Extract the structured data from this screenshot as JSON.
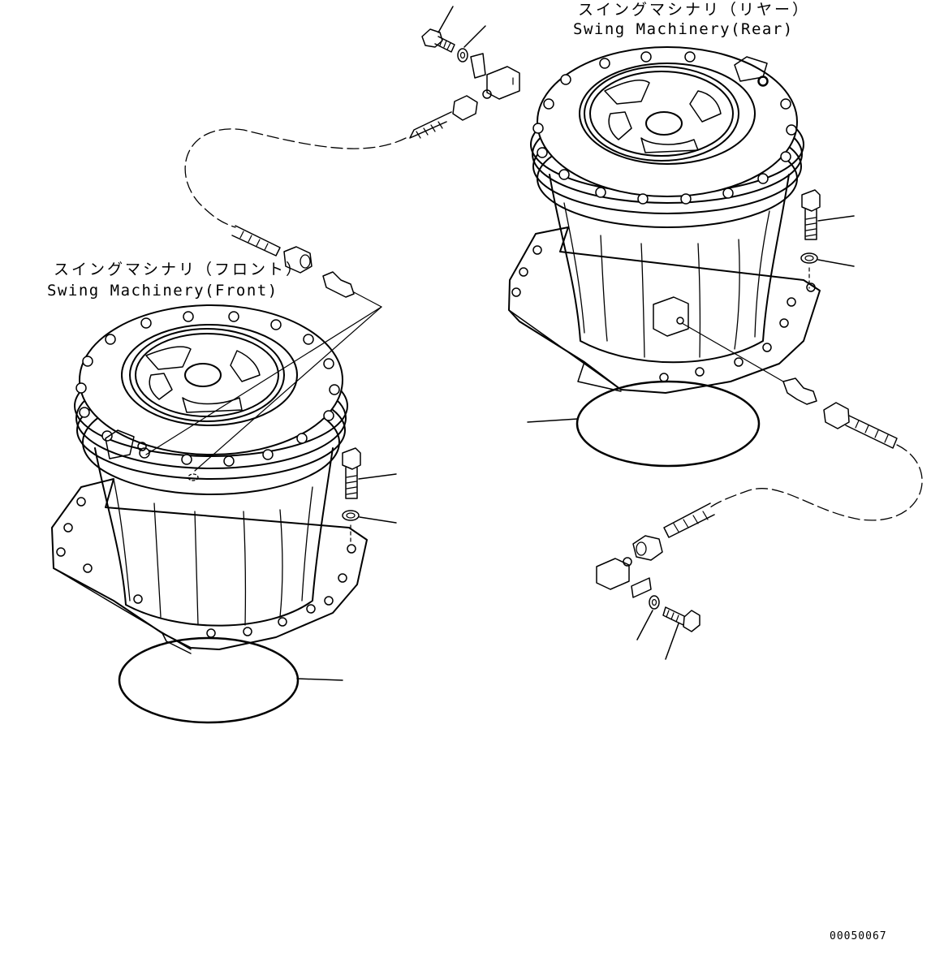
{
  "labels": {
    "rear_jp": "スイングマシナリ（リヤー）",
    "rear_en": "Swing Machinery(Rear)",
    "front_jp": "スイングマシナリ（フロント）",
    "front_en": "Swing Machinery(Front)"
  },
  "doc_number": "00050067"
}
